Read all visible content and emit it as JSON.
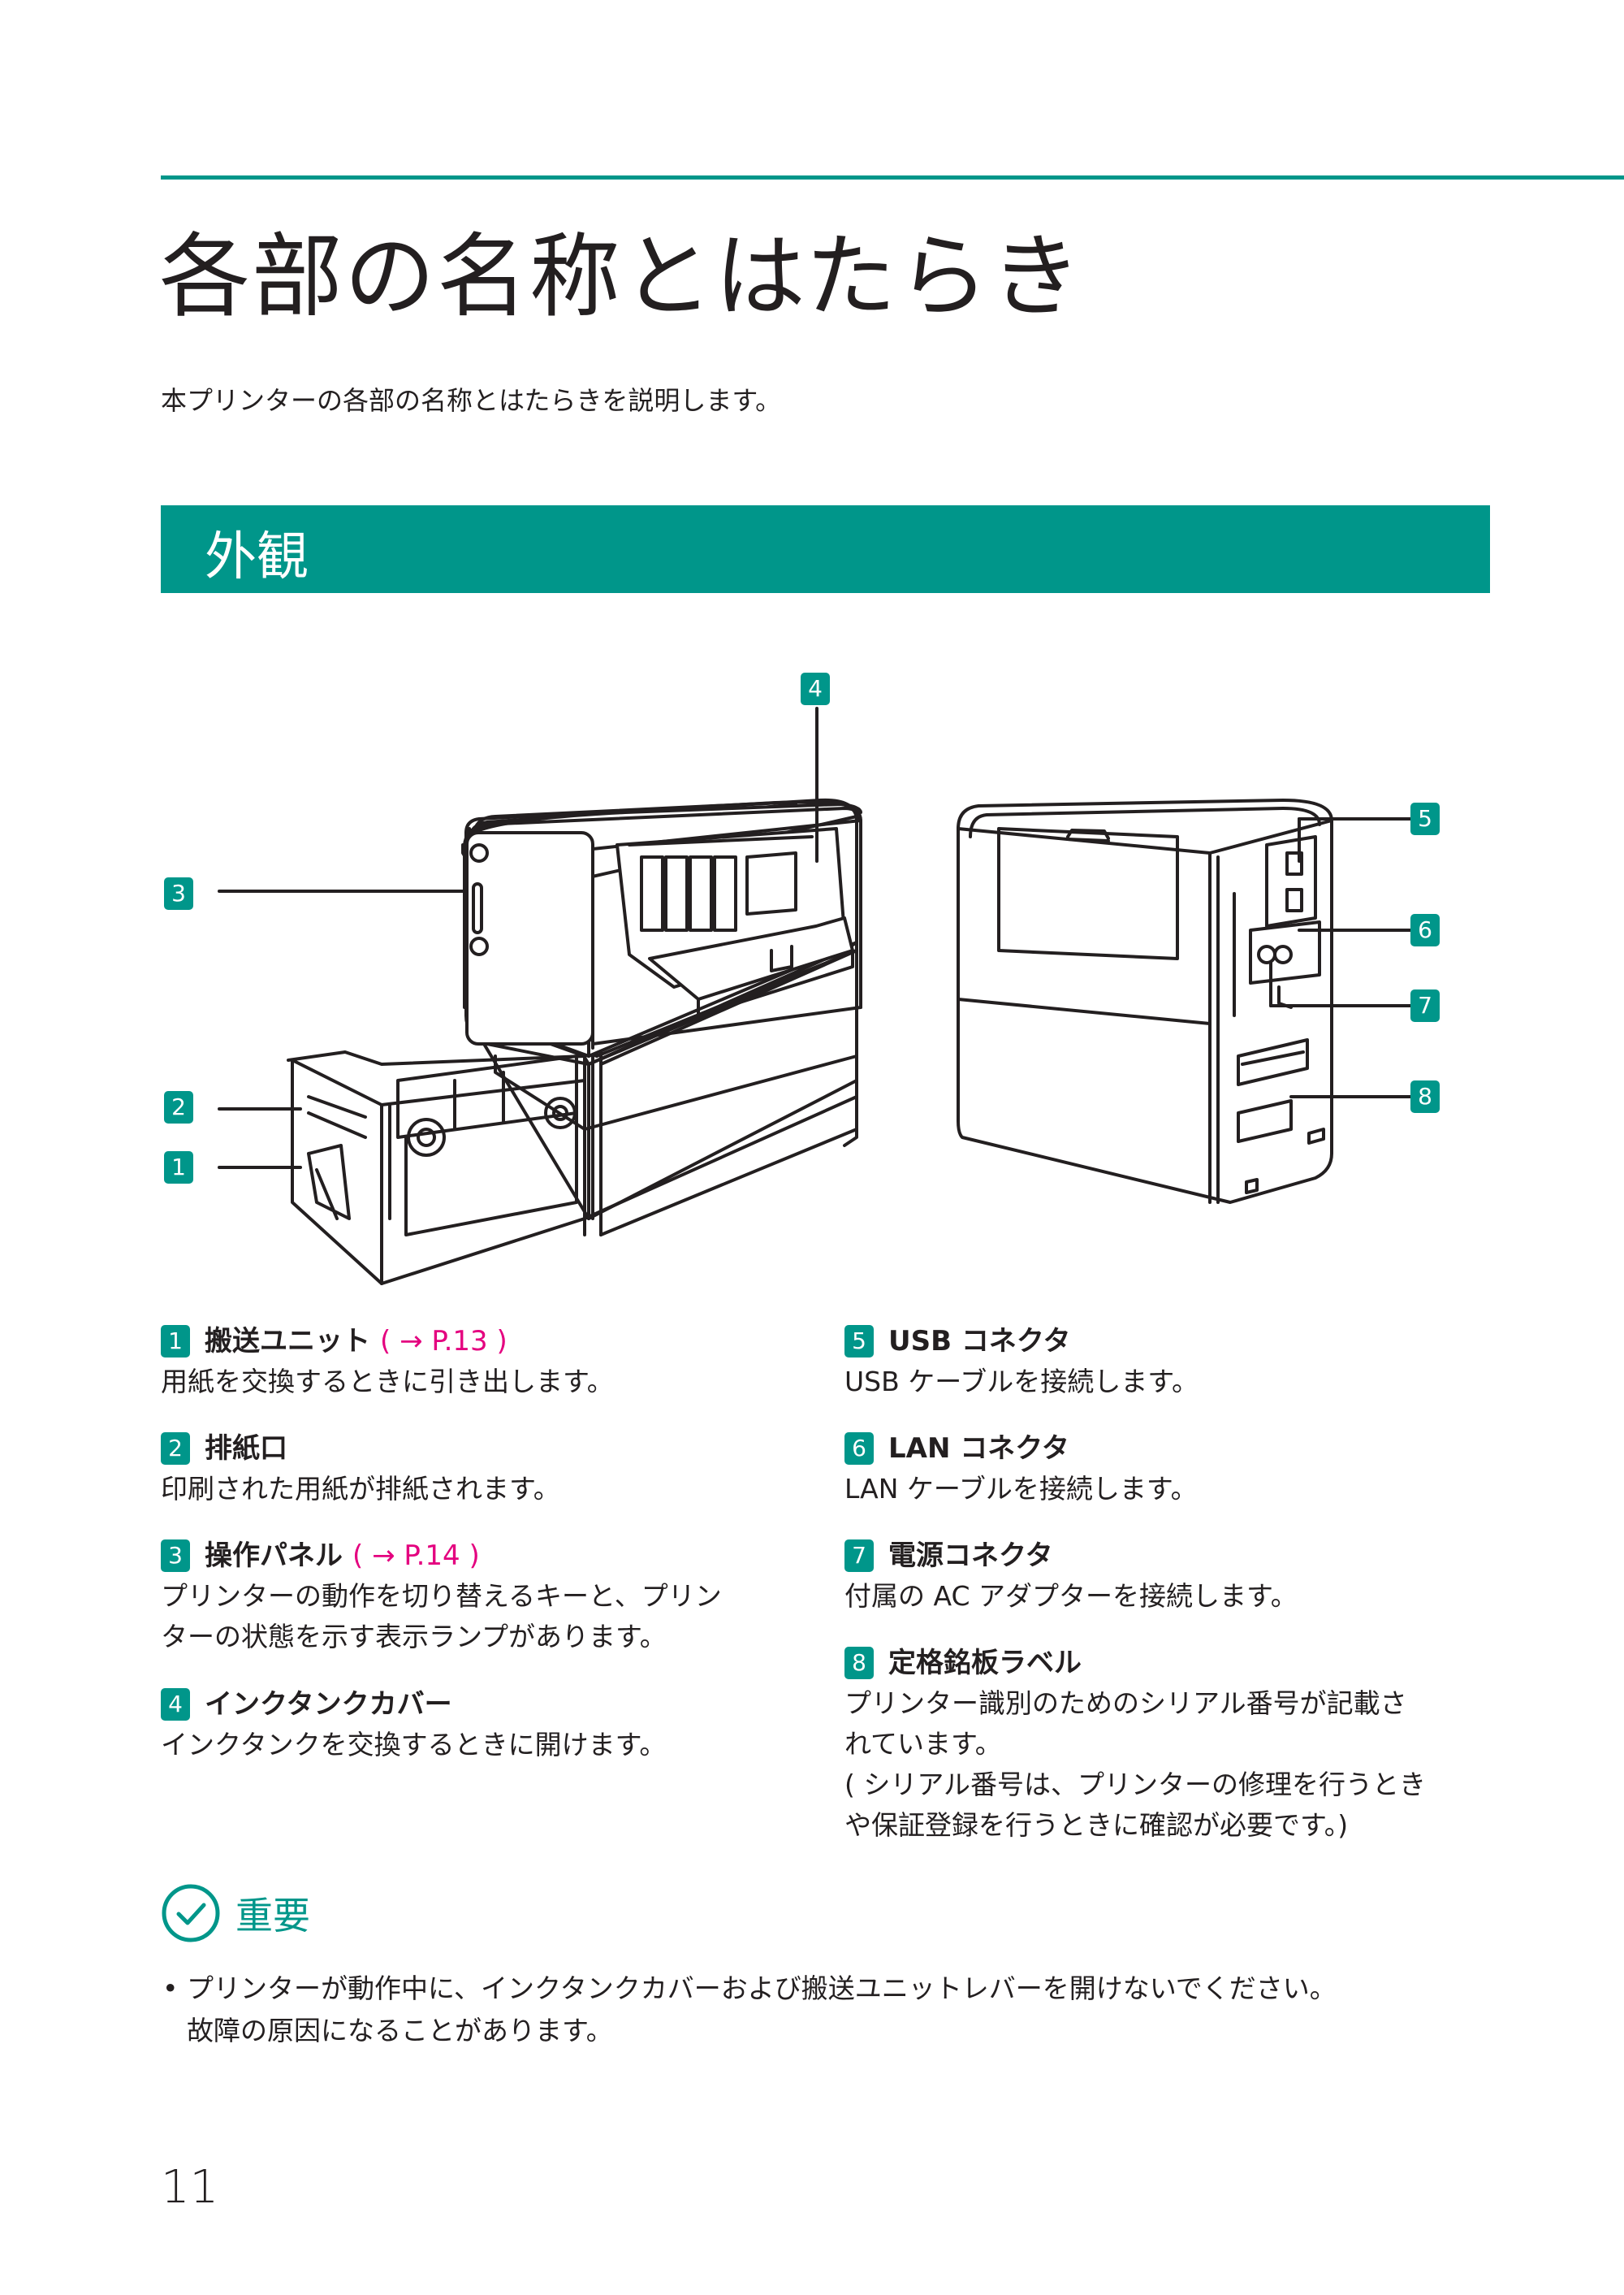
{
  "page": {
    "title": "各部の名称とはたらき",
    "lead": "本プリンターの各部の名称とはたらきを説明します。",
    "section_title": "外観",
    "page_number": "11"
  },
  "callouts": {
    "c1": "1",
    "c2": "2",
    "c3": "3",
    "c4": "4",
    "c5": "5",
    "c6": "6",
    "c7": "7",
    "c8": "8"
  },
  "parts": [
    {
      "num": "1",
      "name": "搬送ユニット",
      "ref": "( → P.13 )",
      "desc": "用紙を交換するときに引き出します。"
    },
    {
      "num": "2",
      "name": "排紙口",
      "ref": "",
      "desc": "印刷された用紙が排紙されます。"
    },
    {
      "num": "3",
      "name": "操作パネル",
      "ref": "( → P.14 )",
      "desc": "プリンターの動作を切り替えるキーと、プリン\nターの状態を示す表示ランプがあります。"
    },
    {
      "num": "4",
      "name": "インクタンクカバー",
      "ref": "",
      "desc": "インクタンクを交換するときに開けます。"
    },
    {
      "num": "5",
      "name": "USB コネクタ",
      "ref": "",
      "desc": "USB ケーブルを接続します。"
    },
    {
      "num": "6",
      "name": "LAN コネクタ",
      "ref": "",
      "desc": "LAN ケーブルを接続します。"
    },
    {
      "num": "7",
      "name": "電源コネクタ",
      "ref": "",
      "desc": "付属の AC アダプターを接続します。"
    },
    {
      "num": "8",
      "name": "定格銘板ラベル",
      "ref": "",
      "desc": "プリンター識別のためのシリアル番号が記載さ\nれています。\n( シリアル番号は、プリンターの修理を行うとき\nや保証登録を行うときに確認が必要です。)"
    }
  ],
  "important": {
    "title": "重要",
    "icon": "check-circle-icon",
    "bullet": "•",
    "note": "プリンターが動作中に、インクタンクカバーおよび搬送ユニットレバーを開けないでください。\n故障の原因になることがあります。"
  },
  "colors": {
    "accent": "#00968a",
    "link": "#e4007f",
    "text": "#231f20"
  }
}
